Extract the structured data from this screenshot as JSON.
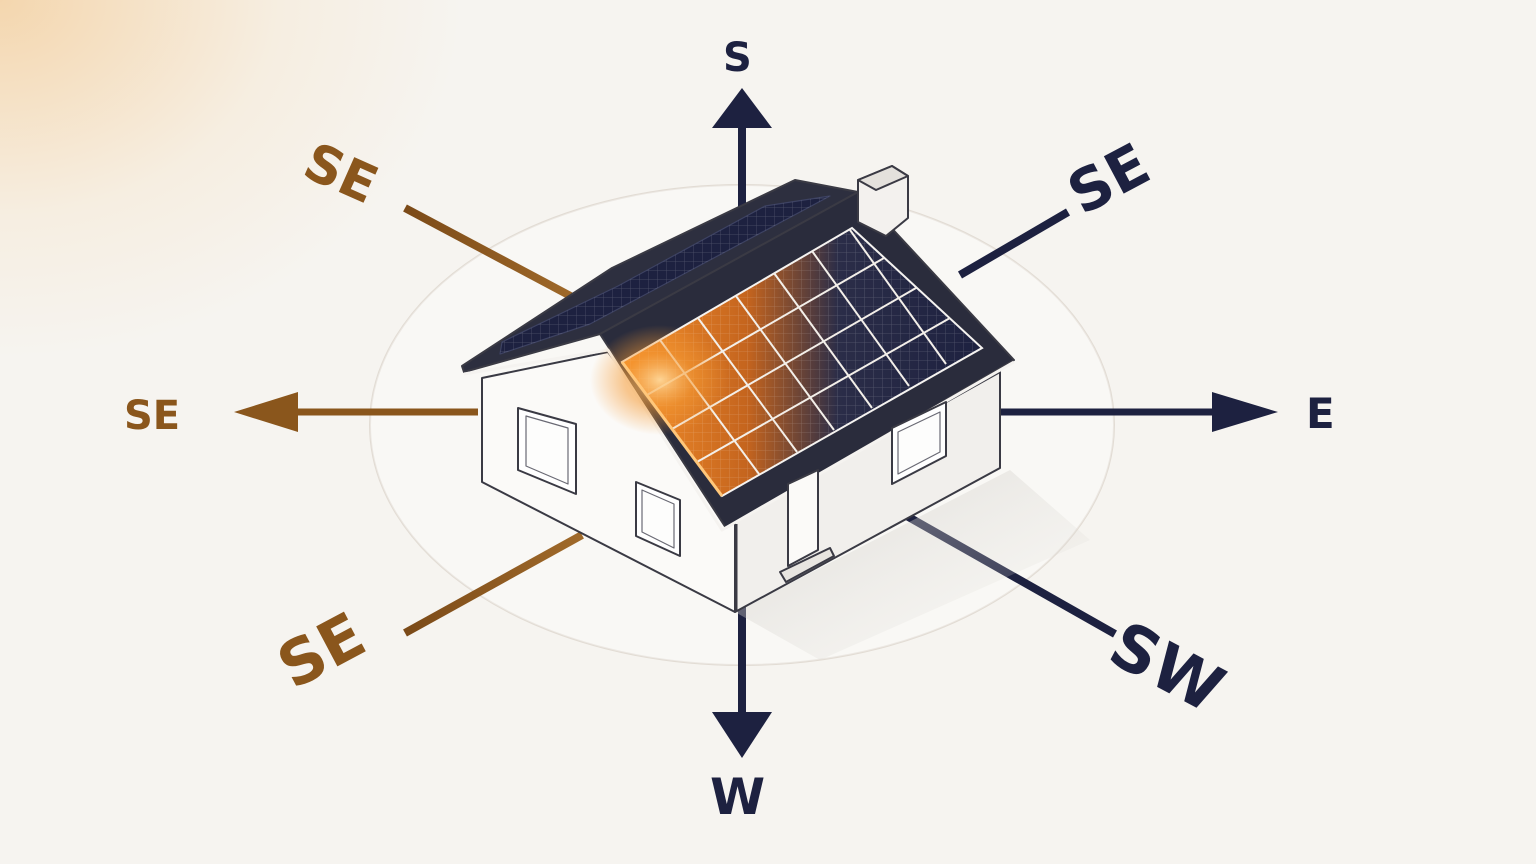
{
  "compass": {
    "north_label": "S",
    "northeast_label": "SE",
    "east_label": "E",
    "southeast_label": "SW",
    "south_label": "W",
    "southwest_label": "SE",
    "west_label": "SE",
    "northwest_label": "SE"
  },
  "colors": {
    "navy": "#1d2140",
    "brown": "#8a561c",
    "panel_glow": "#f08a1c",
    "panel_dark": "#232846",
    "wall": "#fbfaf8",
    "roof": "#2d2f3f"
  },
  "icons": [
    "house-icon",
    "solar-panel-icon",
    "chimney-icon",
    "arrow-icon"
  ]
}
